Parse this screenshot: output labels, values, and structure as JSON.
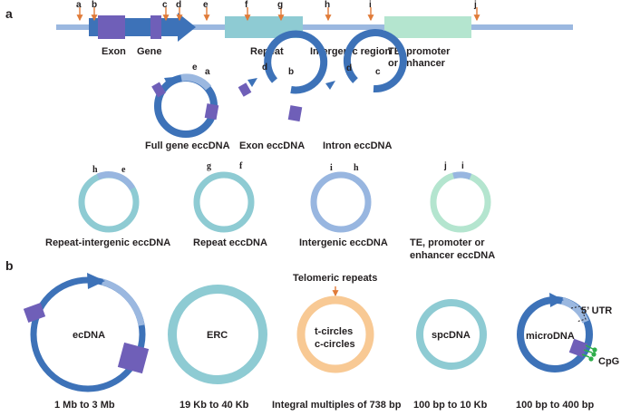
{
  "colors": {
    "backbone": "#9bb8e0",
    "gene": "#3d72b8",
    "exon": "#6f5fb8",
    "repeat": "#8ecbd3",
    "te": "#b4e5cf",
    "marker": "#e07b39",
    "light_blue_arc": "#9bb8e0",
    "intergenic_ring": "#98b6e0",
    "telomeric": "#f8c994",
    "cpg": "#2fae4b"
  },
  "panel_a": {
    "label": "a",
    "features": {
      "exon": "Exon",
      "gene": "Gene",
      "repeat": "Repeat",
      "intergenic": "Intergenic region",
      "te_line1": "TE, promoter",
      "te_line2": "or enhancer"
    },
    "sites": [
      "a",
      "b",
      "c",
      "d",
      "e",
      "f",
      "g",
      "h",
      "i",
      "j"
    ],
    "circles_row1": [
      {
        "name": "Full gene eccDNA",
        "ends": [
          "e",
          "a"
        ]
      },
      {
        "name": "Exon eccDNA",
        "ends": [
          "d",
          "b"
        ]
      },
      {
        "name": "Intron eccDNA",
        "ends": [
          "d",
          "c"
        ]
      }
    ],
    "circles_row2": [
      {
        "name": "Repeat-intergenic eccDNA",
        "ends": [
          "h",
          "e"
        ]
      },
      {
        "name": "Repeat eccDNA",
        "ends": [
          "g",
          "f"
        ]
      },
      {
        "name": "Intergenic eccDNA",
        "ends": [
          "i",
          "h"
        ]
      },
      {
        "name_line1": "TE, promoter or",
        "name_line2": "enhancer eccDNA",
        "ends": [
          "j",
          "i"
        ]
      }
    ]
  },
  "panel_b": {
    "label": "b",
    "circles": [
      {
        "name": "ecDNA",
        "size": "1 Mb to 3 Mb"
      },
      {
        "name": "ERC",
        "size": "19 Kb to 40 Kb"
      },
      {
        "name_line1": "t-circles",
        "name_line2": "c-circles",
        "size": "Integral multiples of 738 bp",
        "annotation": "Telomeric repeats"
      },
      {
        "name": "spcDNA",
        "size": "100 bp to 10 Kb"
      },
      {
        "name": "microDNA",
        "size": "100 bp to 400 bp",
        "annotation_utr": "5’ UTR",
        "annotation_cpg": "CpG"
      }
    ]
  }
}
